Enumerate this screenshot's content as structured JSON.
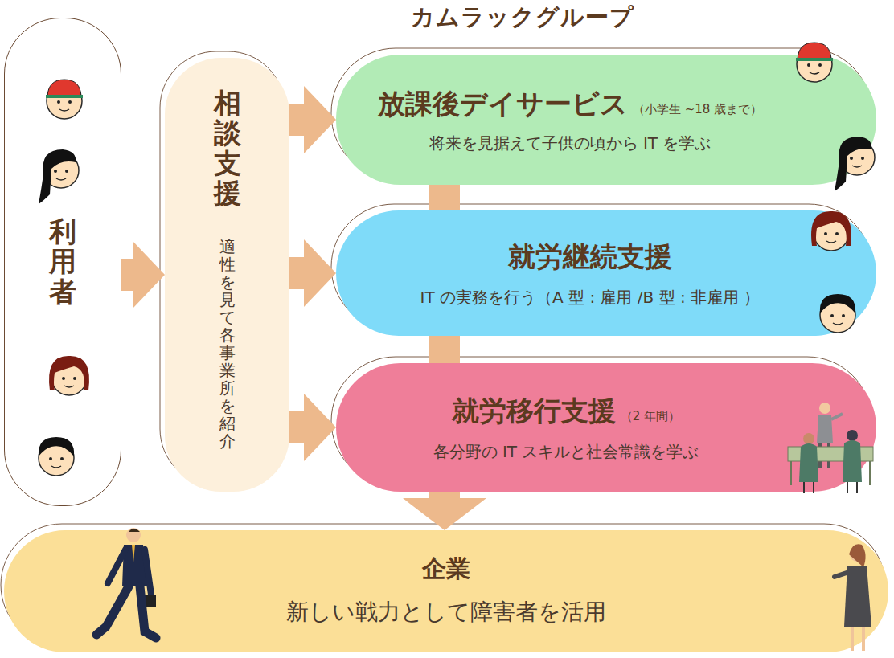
{
  "diagram": {
    "title": "カムラックグループ",
    "nodes": [
      {
        "text": [
          "利用者"
        ]
      },
      {
        "text": [
          "相談支援",
          "適性を見て各事業所を紹介"
        ]
      },
      {
        "text": [
          "放課後デイサービス",
          "（小学生 ~18 歳まで）",
          "将来を見据えて子供の頃から IT を学ぶ"
        ]
      },
      {
        "text": [
          "就労継続支援",
          "IT の実務を行う（A 型 : 雇用 /B 型 : 非雇用 ）"
        ]
      },
      {
        "text": [
          "就労移行支援",
          "（2 年間）",
          "各分野の IT スキルと社会常識を学ぶ"
        ]
      },
      {
        "text": [
          "企業",
          "新しい戦力として障害者を活用"
        ]
      }
    ],
    "edges": [
      {
        "from": 0,
        "to": 1,
        "arrow": "to"
      },
      {
        "from": 1,
        "to": 2,
        "arrow": "to"
      },
      {
        "from": 1,
        "to": 3,
        "arrow": "to"
      },
      {
        "from": 1,
        "to": 4,
        "arrow": "to"
      },
      {
        "from": 2,
        "to": 3,
        "arrow": "none"
      },
      {
        "from": 3,
        "to": 4,
        "arrow": "none"
      },
      {
        "from": 4,
        "to": 5,
        "arrow": "to"
      }
    ]
  }
}
